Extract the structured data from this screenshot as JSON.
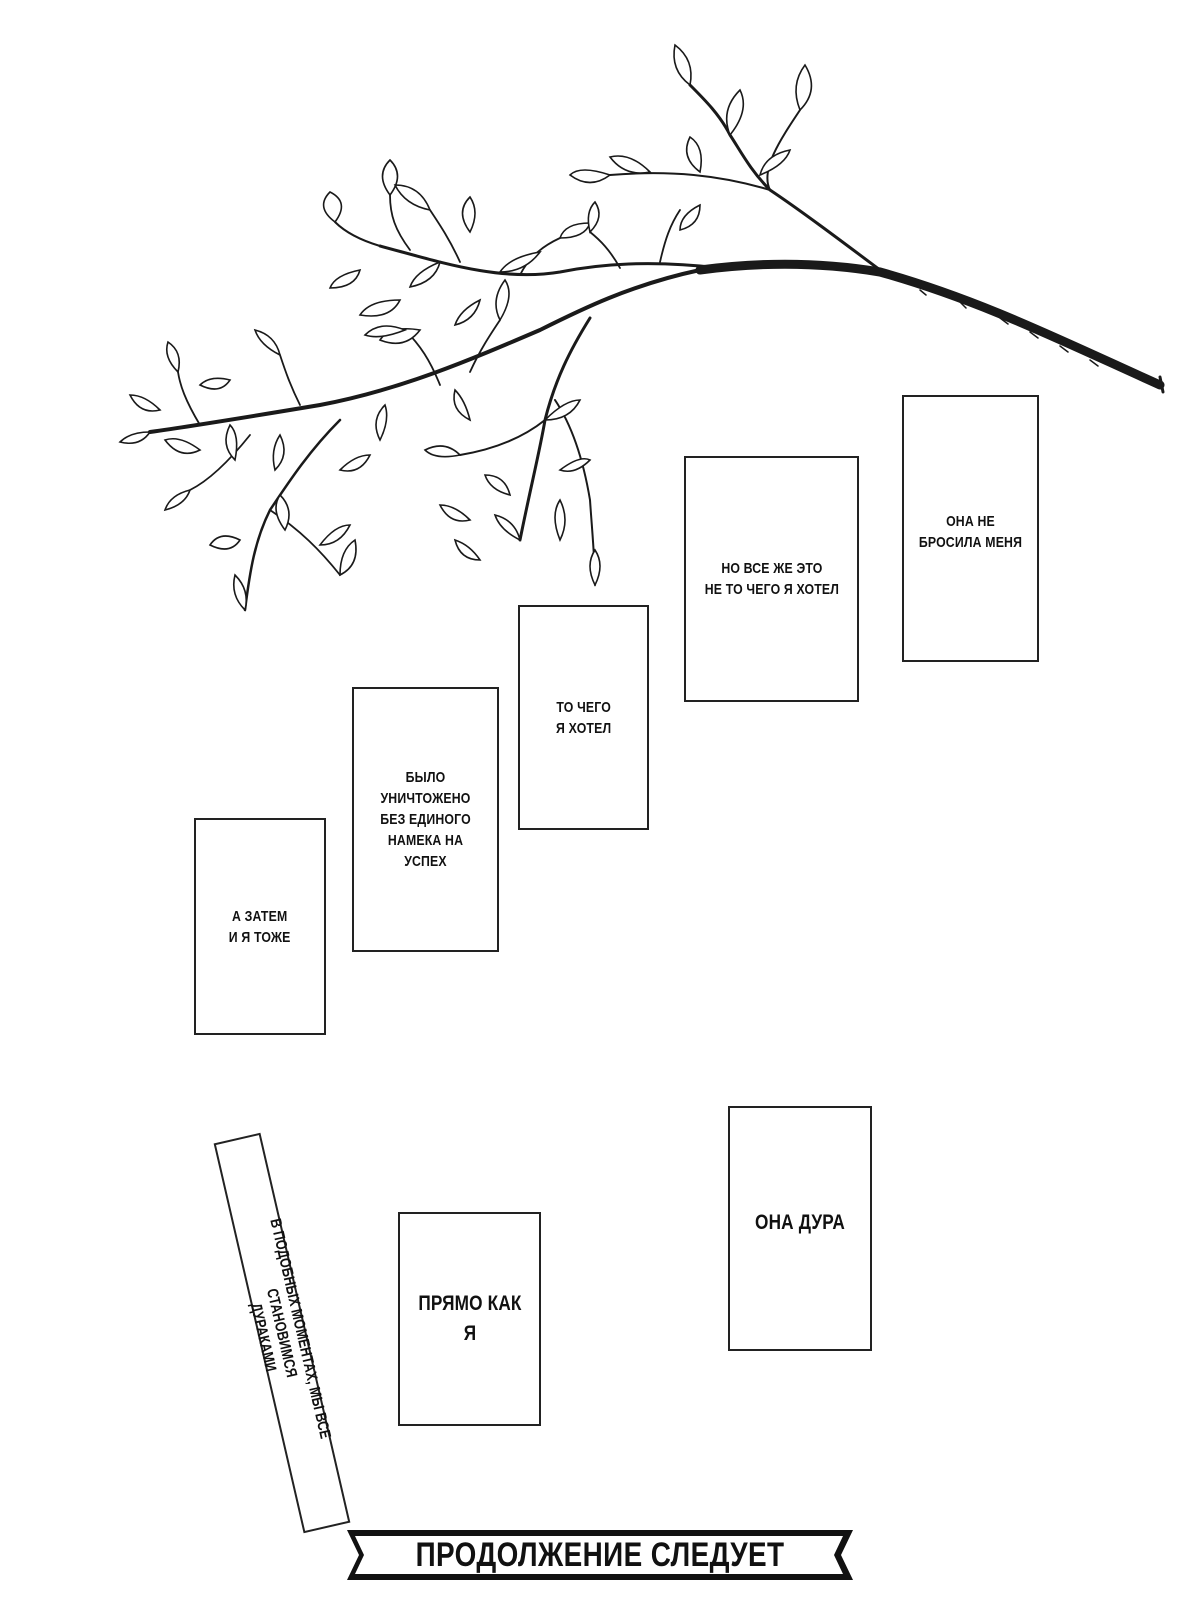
{
  "captions": {
    "she_didnt_leave": "ОНА НЕ\nБРОСИЛА МЕНЯ",
    "but_still": "НО ВСЕ ЖЕ ЭТО\nНЕ ТО ЧЕГО Я ХОТЕЛ",
    "what_i_wanted": "ТО ЧЕГО\nЯ ХОТЕЛ",
    "was_destroyed": "БЫЛО УНИЧТОЖЕНО\nБЕЗ ЕДИНОГО\nНАМЕКА НА УСПЕХ",
    "and_then": "А ЗАТЕМ\nИ Я ТОЖЕ",
    "she_is_fool": "ОНА ДУРА",
    "just_like_me": "ПРЯМО КАК\nЯ",
    "in_moments": "В ПОДОБНЫХ МОМЕНТАХ, МЫ ВСЕ СТАНОВИМСЯ\nДУРАКАМИ"
  },
  "banner": {
    "text": "ПРОДОЛЖЕНИЕ СЛЕДУЕТ"
  },
  "colors": {
    "ink": "#111111",
    "paper": "#ffffff"
  },
  "illustration": {
    "subject": "tree-branch-with-leaves"
  }
}
